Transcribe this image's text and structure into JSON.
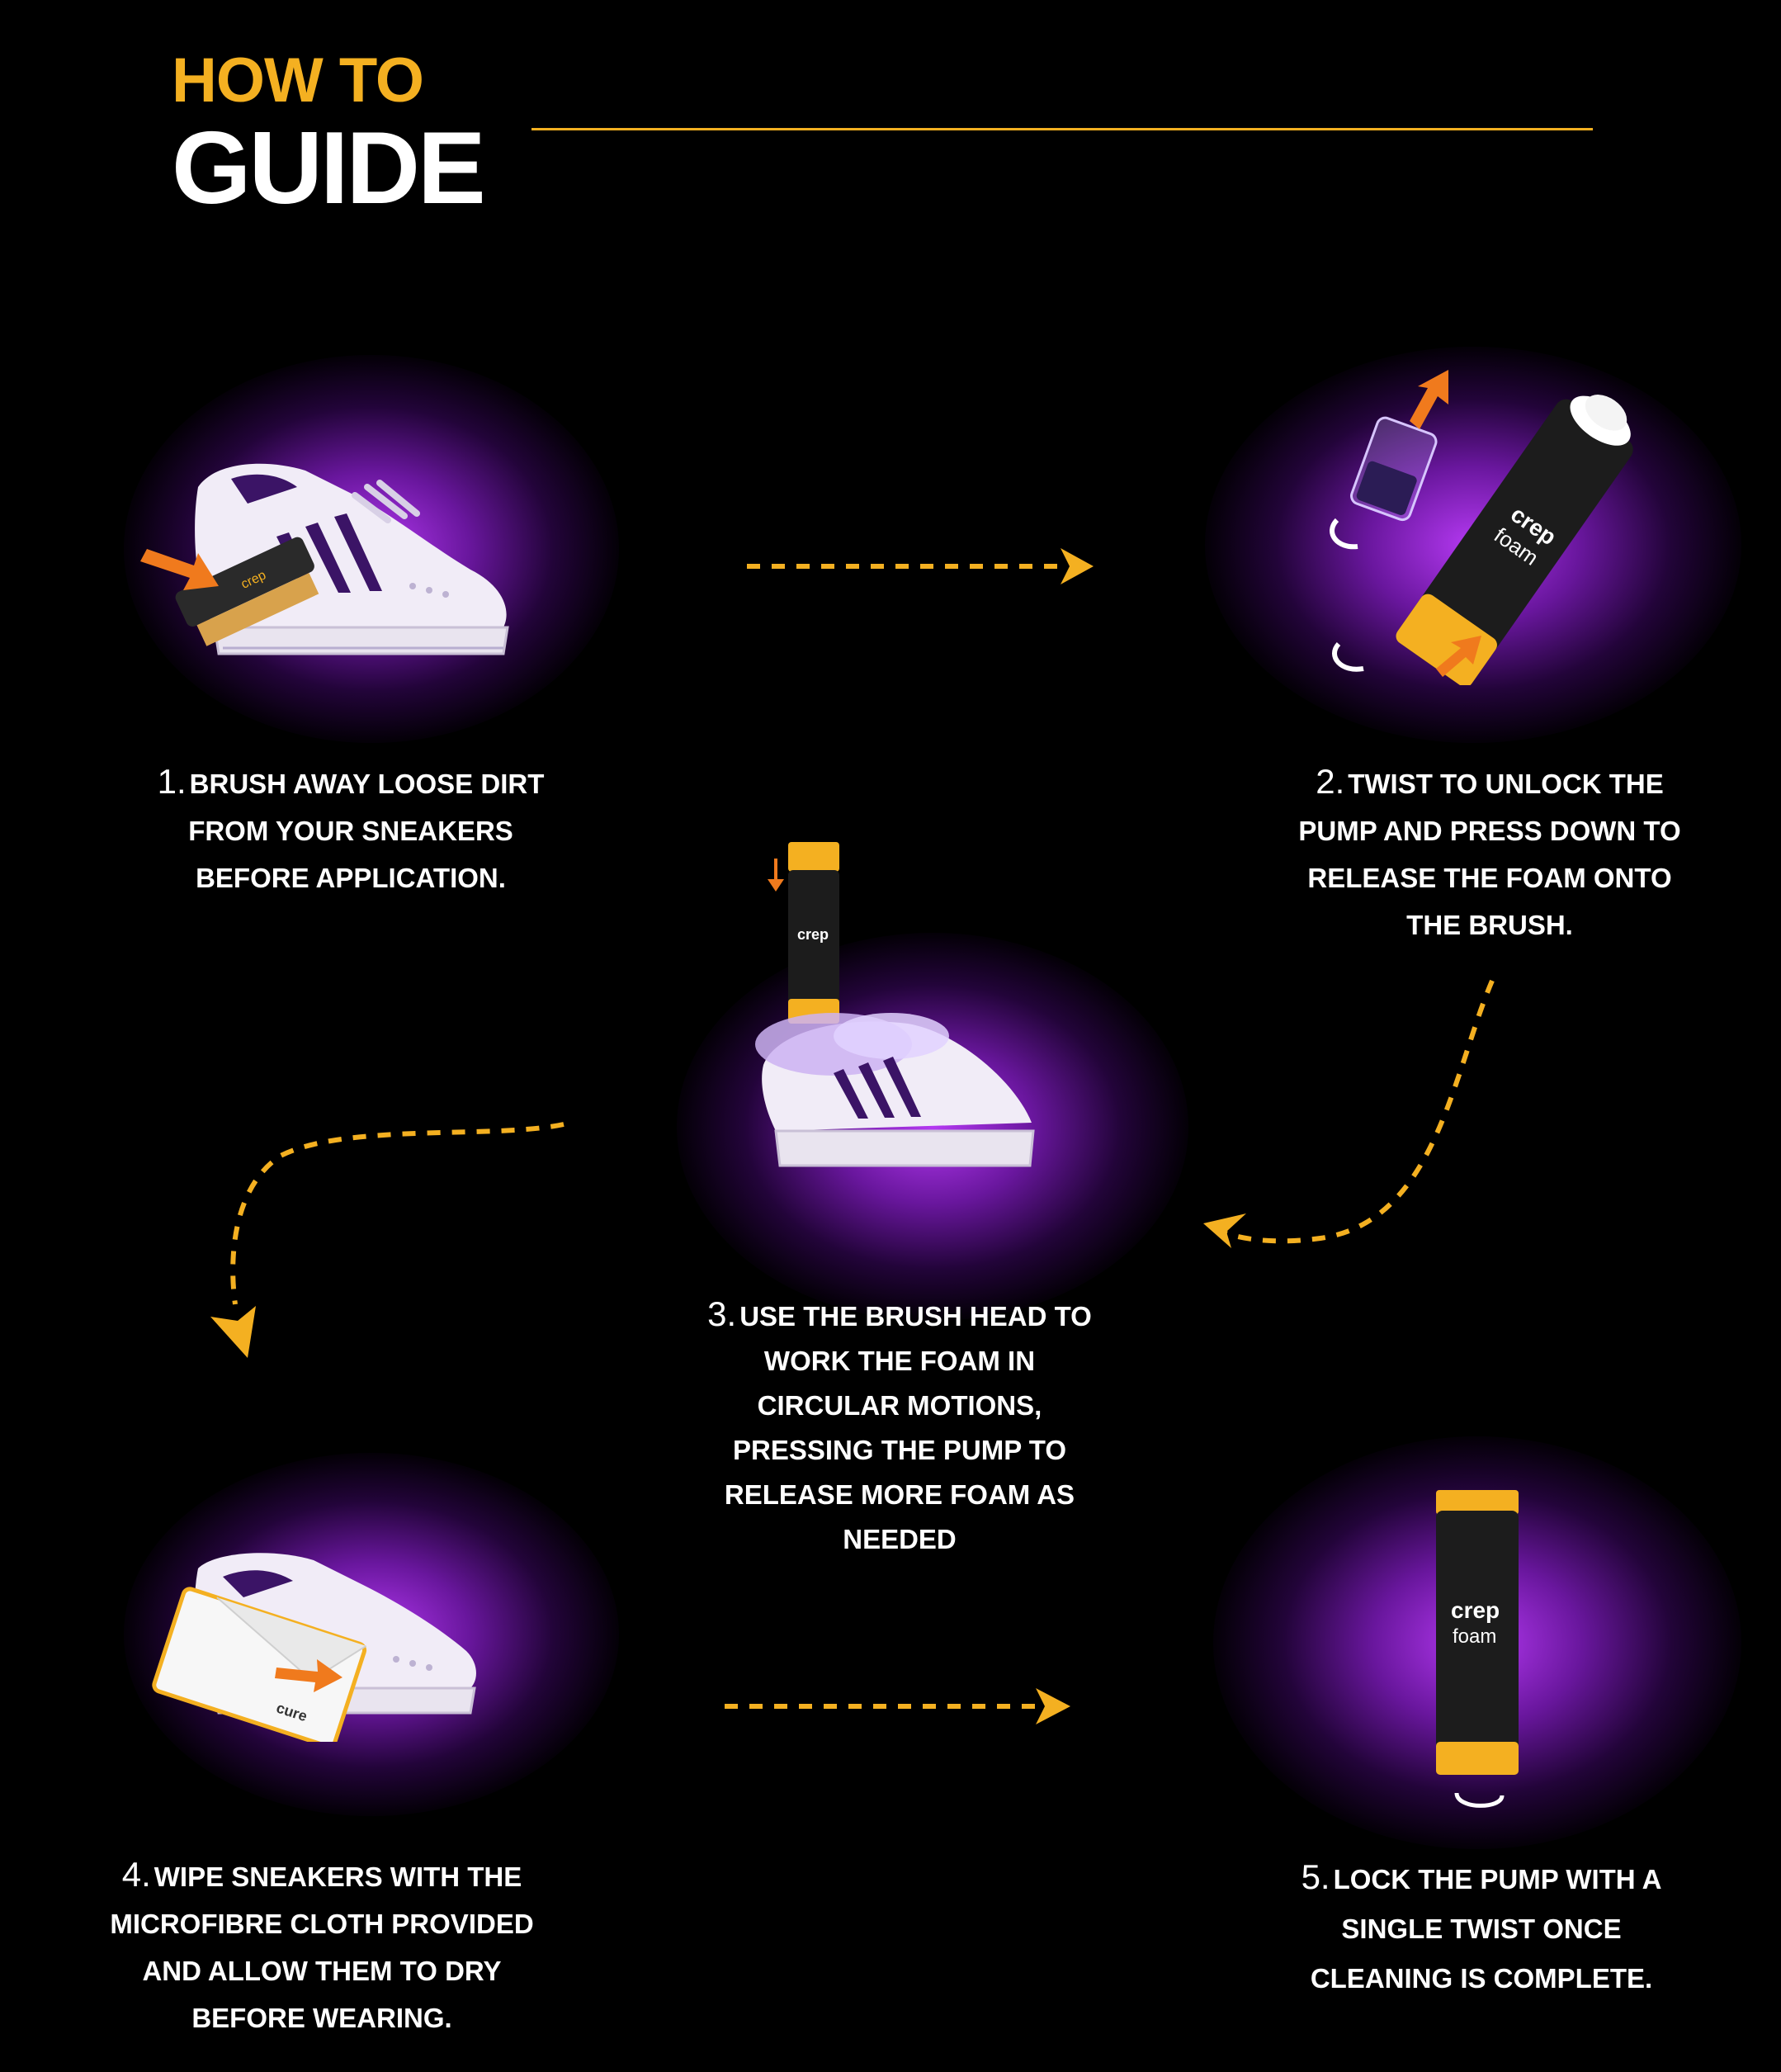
{
  "header": {
    "title_line1": "HOW TO",
    "title_line2": "GUIDE"
  },
  "steps": [
    {
      "number": "1.",
      "lines": [
        "BRUSH AWAY LOOSE DIRT",
        "FROM YOUR SNEAKERS",
        "BEFORE APPLICATION."
      ]
    },
    {
      "number": "2.",
      "lines": [
        "TWIST TO UNLOCK THE",
        "PUMP AND PRESS DOWN TO",
        "RELEASE THE FOAM ONTO",
        "THE BRUSH."
      ]
    },
    {
      "number": "3.",
      "lines": [
        "USE THE BRUSH HEAD TO",
        "WORK THE FOAM IN",
        "CIRCULAR MOTIONS,",
        "PRESSING THE PUMP TO",
        "RELEASE MORE FOAM AS",
        "NEEDED"
      ]
    },
    {
      "number": "4.",
      "lines": [
        "WIPE SNEAKERS WITH THE",
        "MICROFIBRE CLOTH PROVIDED",
        "AND ALLOW THEM TO DRY",
        "BEFORE WEARING."
      ]
    },
    {
      "number": "5.",
      "lines": [
        "LOCK THE PUMP WITH A",
        "SINGLE TWIST ONCE",
        "CLEANING IS COMPLETE."
      ]
    }
  ],
  "product": {
    "brand_mark": "crep",
    "product_name": "foam",
    "cloth_label": "cure"
  },
  "colors": {
    "accent": "#f4b021",
    "glow": "#b23cff",
    "background": "#000000",
    "text": "#ffffff",
    "shoe_stripe": "#3b1466"
  },
  "icons": [
    "brush-icon",
    "sneaker-icon",
    "foam-bottle-icon",
    "cloth-icon",
    "dashed-arrow-icon",
    "twist-arrow-icon"
  ]
}
